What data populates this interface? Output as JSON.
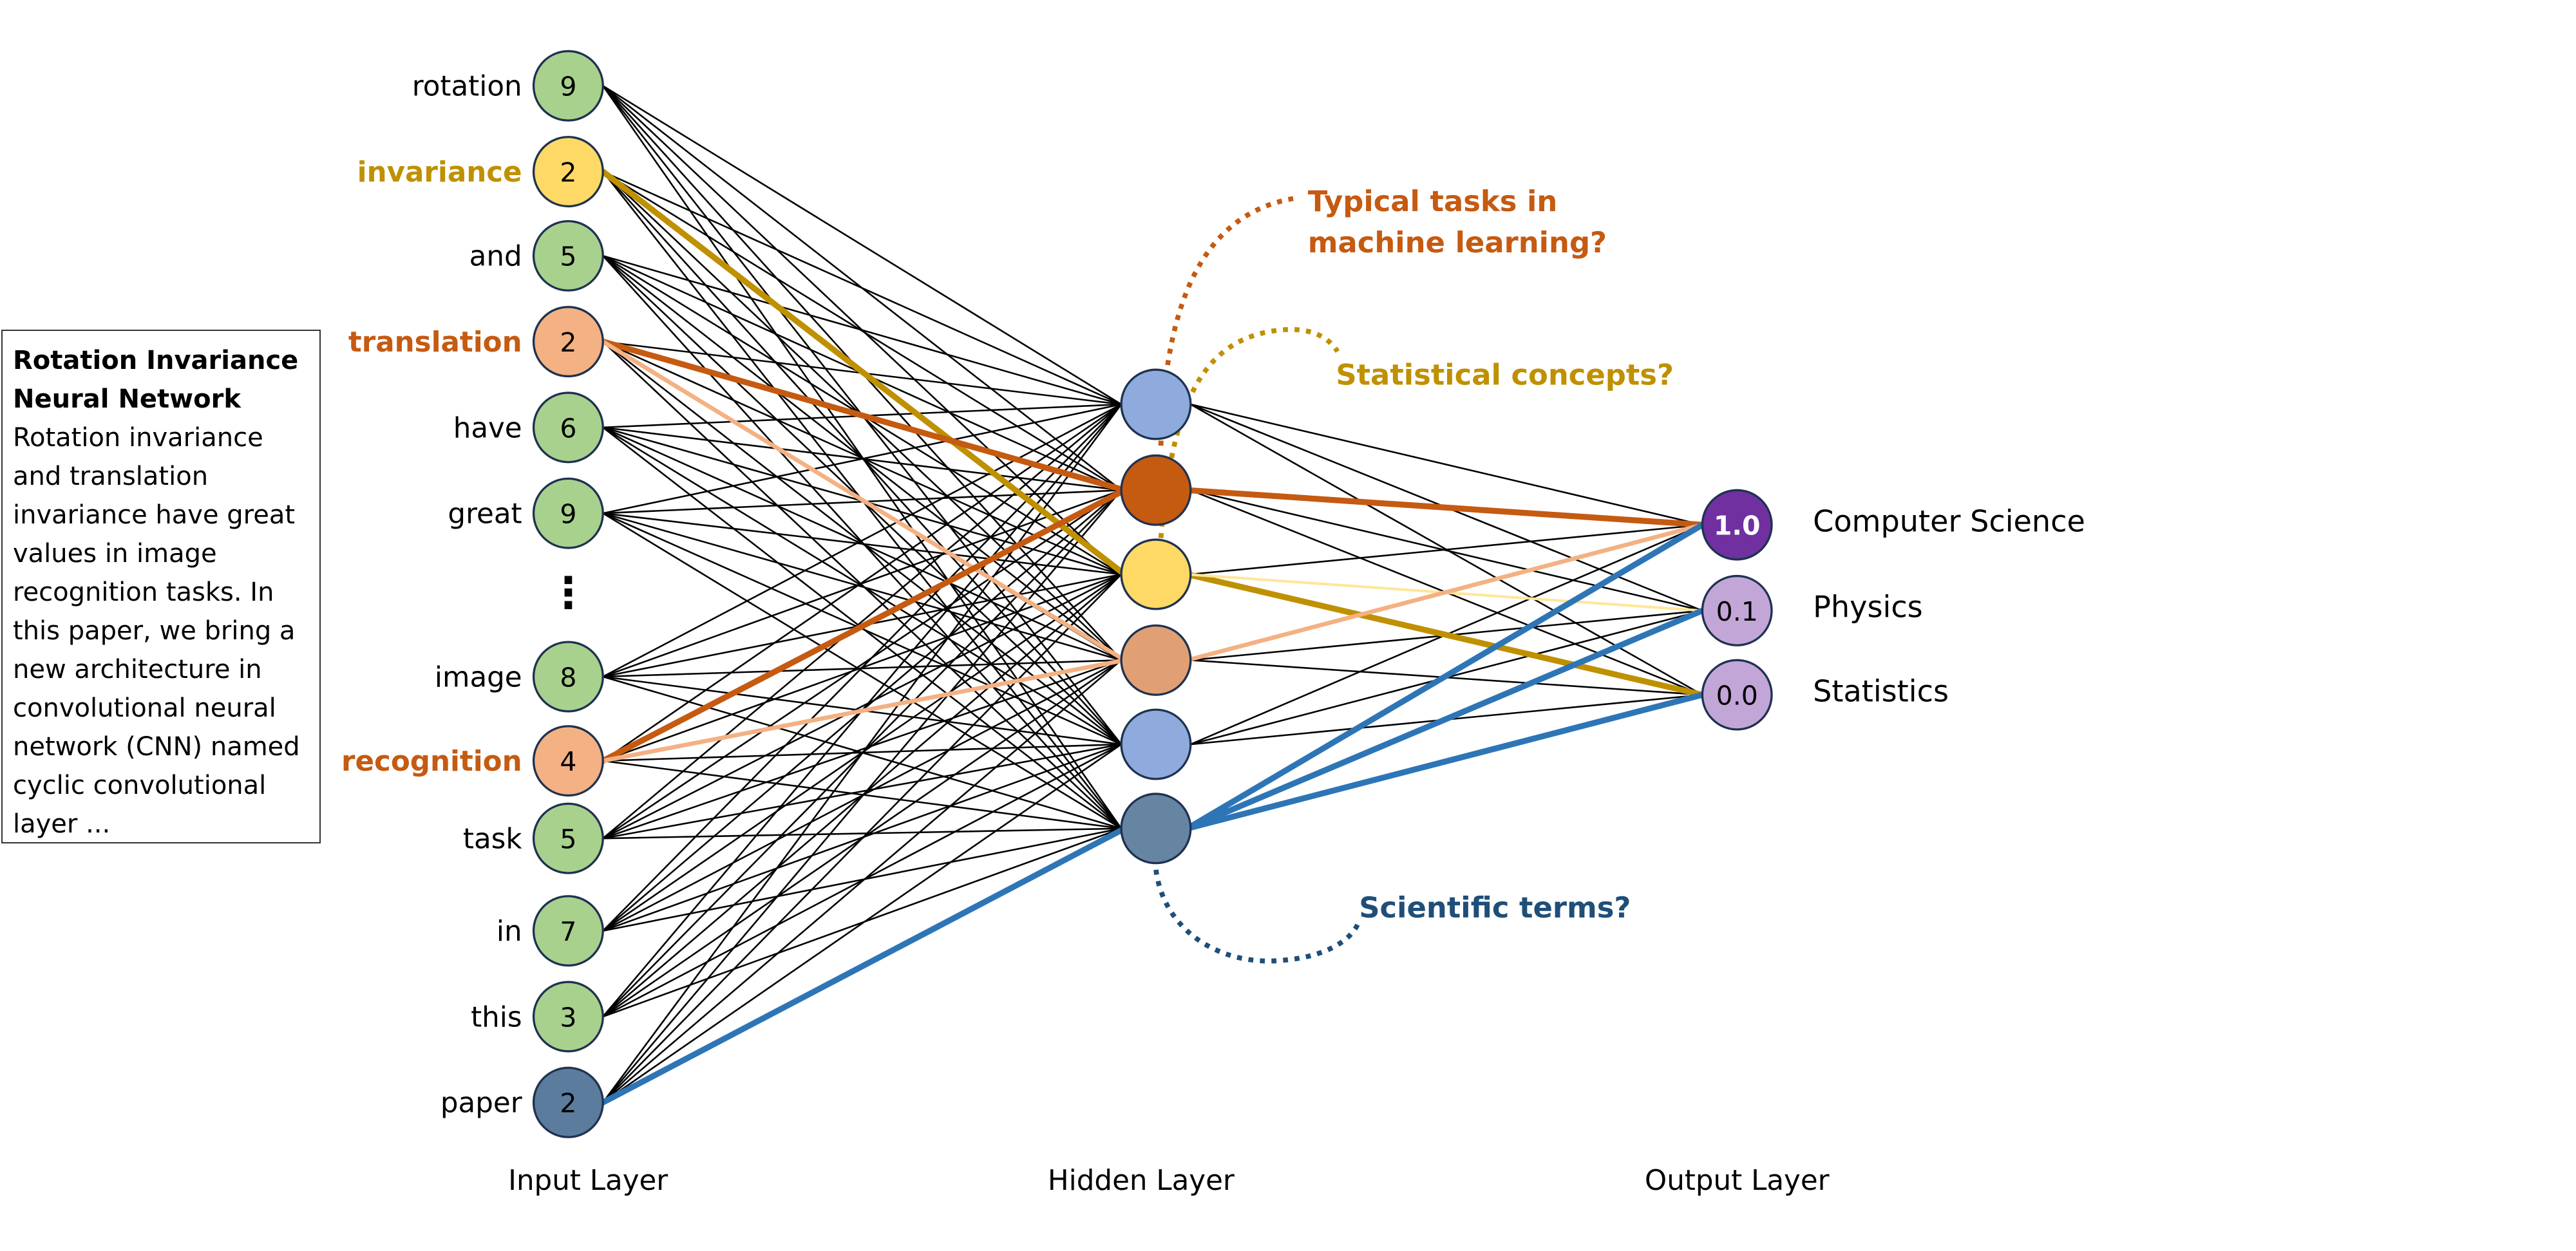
{
  "abstract": {
    "title": "Rotation Invariance Neural Network",
    "body": "Rotation invariance and translation invariance have great values in image recognition tasks. In this paper, we bring a new architecture in convolutional neural network (CNN) named cyclic convolutional layer ..."
  },
  "colors": {
    "green_node": "#a9d18e",
    "yellow_node": "#ffd966",
    "orange_node": "#f4b183",
    "steel_node": "#5b7c9c",
    "hidden_blue": "#8faadc",
    "hidden_orange": "#c55a11",
    "hidden_yellow": "#ffd966",
    "hidden_salmon": "#e0a074",
    "hidden_steel": "#6585a3",
    "output_primary": "#7030a0",
    "output_secondary": "#c3a6d8",
    "orange_text": "#c55a11",
    "gold_text": "#bf9000",
    "blue_text": "#1f4e79",
    "blue_edge": "#2e75b6",
    "node_stroke": "#1f3250"
  },
  "input_layer": {
    "label": "Input Layer",
    "ellipsis": "⋮",
    "nodes": [
      {
        "word": "rotation",
        "count": "9",
        "type": "green"
      },
      {
        "word": "invariance",
        "count": "2",
        "type": "yellow"
      },
      {
        "word": "and",
        "count": "5",
        "type": "green"
      },
      {
        "word": "translation",
        "count": "2",
        "type": "orange"
      },
      {
        "word": "have",
        "count": "6",
        "type": "green"
      },
      {
        "word": "great",
        "count": "9",
        "type": "green"
      },
      {
        "word": "image",
        "count": "8",
        "type": "green"
      },
      {
        "word": "recognition",
        "count": "4",
        "type": "orange"
      },
      {
        "word": "task",
        "count": "5",
        "type": "green"
      },
      {
        "word": "in",
        "count": "7",
        "type": "green"
      },
      {
        "word": "this",
        "count": "3",
        "type": "green"
      },
      {
        "word": "paper",
        "count": "2",
        "type": "steel"
      }
    ]
  },
  "hidden_layer": {
    "label": "Hidden Layer",
    "nodes": [
      {
        "type": "blue"
      },
      {
        "type": "orange"
      },
      {
        "type": "yellow"
      },
      {
        "type": "salmon"
      },
      {
        "type": "blue"
      },
      {
        "type": "steel"
      }
    ]
  },
  "output_layer": {
    "label": "Output Layer",
    "nodes": [
      {
        "value": "1.0",
        "name": "Computer Science",
        "type": "primary"
      },
      {
        "value": "0.1",
        "name": "Physics",
        "type": "secondary"
      },
      {
        "value": "0.0",
        "name": "Statistics",
        "type": "secondary"
      }
    ]
  },
  "annotations": {
    "ml_tasks": [
      "Typical tasks in",
      "machine learning?"
    ],
    "stats": "Statistical concepts?",
    "sci": "Scientific terms?"
  },
  "highlight_edges": [
    {
      "from": "input.1",
      "to": "hidden.2",
      "color": "gold",
      "weight": "thick"
    },
    {
      "from": "input.3",
      "to": "hidden.1",
      "color": "orange",
      "weight": "thick"
    },
    {
      "from": "input.3",
      "to": "hidden.3",
      "color": "salmon",
      "weight": "medium"
    },
    {
      "from": "input.7",
      "to": "hidden.1",
      "color": "orange",
      "weight": "thick"
    },
    {
      "from": "input.7",
      "to": "hidden.3",
      "color": "salmon",
      "weight": "medium"
    },
    {
      "from": "input.11",
      "to": "hidden.5",
      "color": "blue",
      "weight": "thick"
    },
    {
      "from": "hidden.1",
      "to": "output.0",
      "color": "orange",
      "weight": "thick"
    },
    {
      "from": "hidden.2",
      "to": "output.2",
      "color": "gold",
      "weight": "thick"
    },
    {
      "from": "hidden.2",
      "to": "output.1",
      "color": "lightyellow",
      "weight": "thin"
    },
    {
      "from": "hidden.3",
      "to": "output.0",
      "color": "salmon",
      "weight": "medium"
    },
    {
      "from": "hidden.5",
      "to": "output.0",
      "color": "blue",
      "weight": "thick"
    },
    {
      "from": "hidden.5",
      "to": "output.1",
      "color": "blue",
      "weight": "thick"
    },
    {
      "from": "hidden.5",
      "to": "output.2",
      "color": "blue",
      "weight": "thick"
    }
  ]
}
